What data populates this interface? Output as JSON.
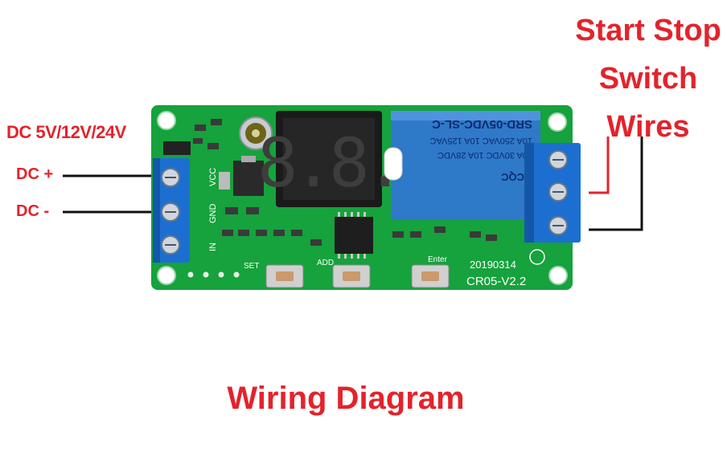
{
  "labels": {
    "supply": "DC 5V/12V/24V",
    "dc_plus": "DC +",
    "dc_minus": "DC -",
    "switch_lines": [
      "Start Stop",
      "Switch",
      "Wires"
    ],
    "footer": "Wiring Diagram"
  },
  "board": {
    "terminal_in": [
      "IN",
      "GND",
      "VCC"
    ],
    "buttons": [
      "SET",
      "ADD",
      "Enter"
    ],
    "date_code": "20190314",
    "model": "CR05-V2.2",
    "display_digits": "8.8.",
    "relay": {
      "line1": "SRD-05VDC-SL-C",
      "line2": "10A 250VAC  10A 125VAC",
      "line3": "10A 30VDC  10A 28VDC",
      "cert": "CQC"
    }
  },
  "colors": {
    "label_red": "#e3232c",
    "board_green": "#16a23c",
    "terminal_blue": "#1c6fd1",
    "relay_blue": "#2f79c9",
    "wire_black": "#111111",
    "wire_red": "#e3232c"
  }
}
